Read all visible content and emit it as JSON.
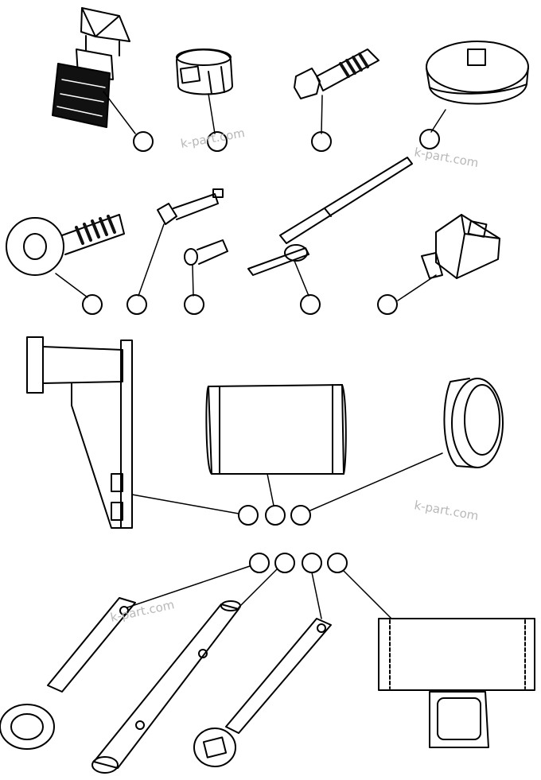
{
  "diagram": {
    "watermark_text": "k-part.com",
    "callout_count": 16,
    "parts": [
      "quick-coupler",
      "socket-small",
      "bolt-short",
      "round-cap-tool",
      "eyebolt",
      "extension-pin",
      "pin-short",
      "t-handle-bar",
      "square-drive-socket",
      "l-bracket",
      "cylinder-sleeve",
      "ring-collar",
      "ring-wrench",
      "tube-wrench",
      "box-wrench",
      "holder-block"
    ]
  },
  "colors": {
    "line": "#000000",
    "watermark": "#b8b8b8",
    "background": "#ffffff"
  }
}
